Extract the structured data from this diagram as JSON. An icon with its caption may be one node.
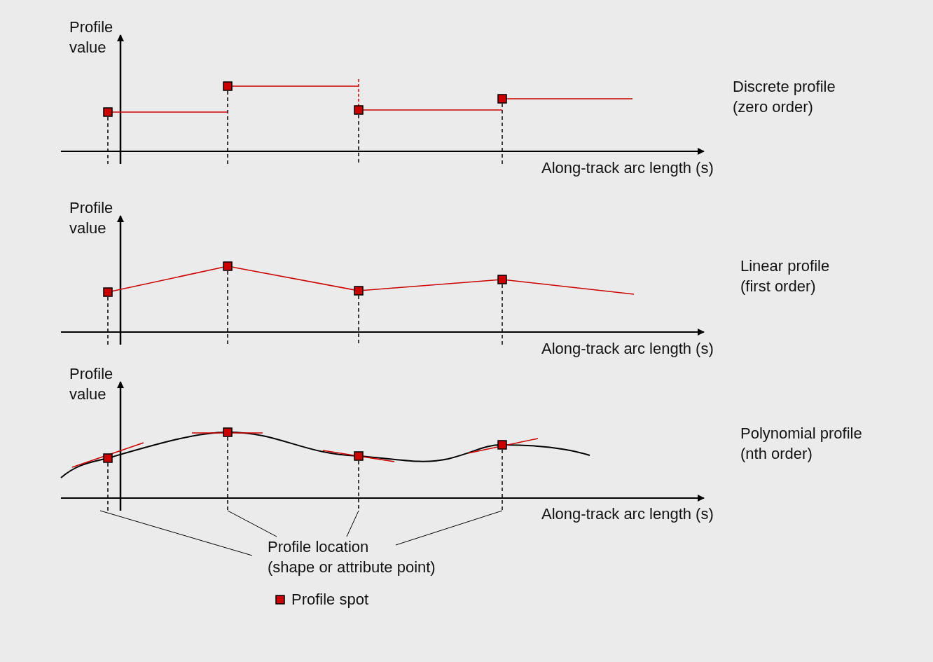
{
  "diagram": {
    "nodes": [
      {
        "text": [
          "Profile location (shape or attribute point)"
        ]
      },
      {
        "text": [],
        "shape": "line"
      },
      {
        "text": [],
        "shape": "line"
      },
      {
        "text": [],
        "shape": "line"
      },
      {
        "text": [],
        "shape": "line"
      }
    ],
    "edges": [
      {
        "from": 0,
        "to": 1,
        "arrow": "none"
      },
      {
        "from": 0,
        "to": 2,
        "arrow": "none"
      },
      {
        "from": 0,
        "to": 3,
        "arrow": "none"
      },
      {
        "from": 0,
        "to": 4,
        "arrow": "none"
      }
    ],
    "labels": [
      "Profile value",
      "Discrete profile (zero order)",
      "Along-track arc length (s)",
      "Profile value",
      "Linear profile (first order)",
      "Along-track arc length (s)",
      "Profile value",
      "Polynomial profile (nth order)",
      "Along-track arc length (s)"
    ],
    "legend": [
      {
        "text": "Profile spot"
      }
    ]
  }
}
